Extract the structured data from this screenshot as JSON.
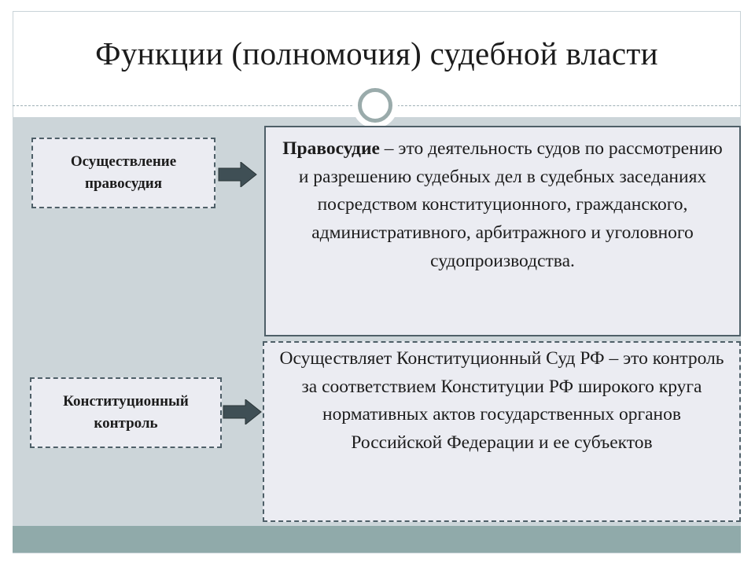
{
  "slide": {
    "title": "Функции (полномочия) судебной власти"
  },
  "functions": [
    {
      "label": "Осуществление правосудия",
      "definition_term": "Правосудие",
      "definition_text": " – это деятельность судов по рассмотрению и разрешению судебных дел в судебных заседаниях посредством конституционного, гражданского, административного, арбитражного и уголовного судопроизводства."
    },
    {
      "label": "Конституционный контроль",
      "definition_text": "Осуществляет Конституционный Суд РФ – это контроль за соответствием Конституции РФ широкого круга нормативных актов государственных органов Российской Федерации и ее субъектов"
    }
  ],
  "colors": {
    "content_band": "#ccd5d9",
    "bottom_band": "#90aaaa",
    "box_fill": "#ebecf2",
    "box_border": "#4e5f68",
    "arrow": "#3f4f55"
  },
  "icons": [
    "ring-ornament-icon",
    "arrow-right-icon"
  ]
}
